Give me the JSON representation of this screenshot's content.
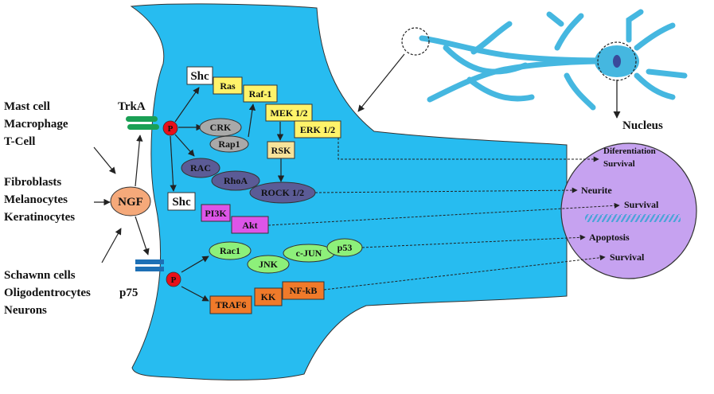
{
  "cell_sources": {
    "group1": [
      "Mast cell",
      "Macrophage",
      "T-Cell"
    ],
    "group2": [
      "Fibroblasts",
      "Melanocytes",
      "Keratinocytes"
    ],
    "group3": [
      "Schawnn cells",
      "Oligodentrocytes",
      "Neurons"
    ]
  },
  "ligand": "NGF",
  "receptors": {
    "trka": "TrkA",
    "p75": "p75",
    "phospho": "P"
  },
  "trka_pathway": {
    "shc_top": "Shc",
    "ras": "Ras",
    "raf1": "Raf-1",
    "mek": "MEK 1/2",
    "erk": "ERK 1/2",
    "crk": "CRK",
    "rap1": "Rap1",
    "rsk": "RSK",
    "rac": "RAC",
    "rhoa": "RhoA",
    "rock": "ROCK 1/2",
    "shc_bottom": "Shc",
    "pi3k": "PI3K",
    "akt": "Akt"
  },
  "p75_pathway": {
    "rac1": "Rac1",
    "jnk": "JNK",
    "cjun": "c-JUN",
    "p53": "p53",
    "traf6": "TRAF6",
    "kk": "KK",
    "nfkb": "NF-kB"
  },
  "nucleus": {
    "label": "Nucleus",
    "outcomes": {
      "diff": "Diferentiation",
      "diff_survival": "Survival",
      "neurite": "Neurite",
      "survival1": "Survival",
      "apoptosis": "Apoptosis",
      "survival2": "Survival"
    }
  },
  "colors": {
    "cell_body": "#27bcf0",
    "neuron": "#45b7e0",
    "nucleus_fill": "#c6a2f0",
    "ngf_fill": "#f5a97a",
    "yellow_box": "#fff36a",
    "gray_ellipse": "#a9a9a9",
    "slate_ellipse": "#5b5b96",
    "magenta_box": "#dd55e8",
    "green_ellipse": "#8df07a",
    "orange_box": "#f07a2a",
    "phospho_red": "#e8101a",
    "receptor_green": "#1aa055",
    "receptor_blue": "#1d6fb5"
  }
}
